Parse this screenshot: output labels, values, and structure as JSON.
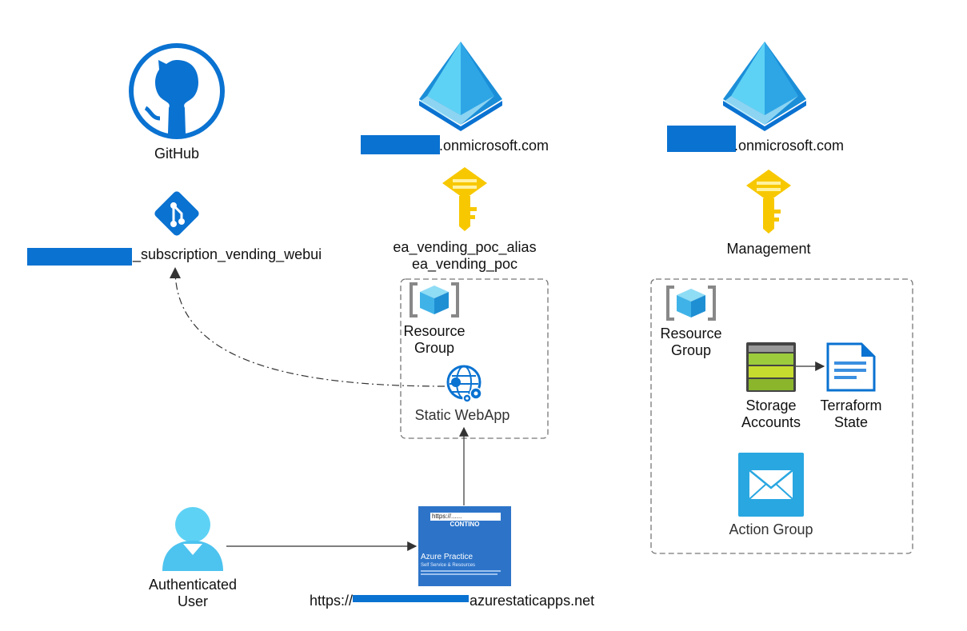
{
  "github": {
    "label": "GitHub"
  },
  "repo": {
    "name": "_subscription_vending_webui"
  },
  "tenant1": {
    "domain": ".onmicrosoft.com",
    "identity_line1": "ea_vending_poc_alias",
    "identity_line2": "ea_vending_poc"
  },
  "tenant2": {
    "domain": ".onmicrosoft.com",
    "identity": "Management"
  },
  "rg1": {
    "label_line1": "Resource",
    "label_line2": "Group",
    "webapp": "Static WebApp"
  },
  "rg2": {
    "label_line1": "Resource",
    "label_line2": "Group",
    "storage_line1": "Storage",
    "storage_line2": "Accounts",
    "tfstate_line1": "Terraform",
    "tfstate_line2": "State",
    "action_group": "Action Group"
  },
  "user": {
    "line1": "Authenticated",
    "line2": "User"
  },
  "site": {
    "url_bar": "https://......",
    "brand": "CONTINO",
    "title": "Azure Practice",
    "subtitle": "Self Service & Resources",
    "url_prefix": "https://",
    "url_suffix": "azurestaticapps.net"
  },
  "colors": {
    "azure_blue": "#0a72d1",
    "key_yellow": "#f7c800",
    "cube_blue": "#50c8f0",
    "dashed": "#777777"
  }
}
